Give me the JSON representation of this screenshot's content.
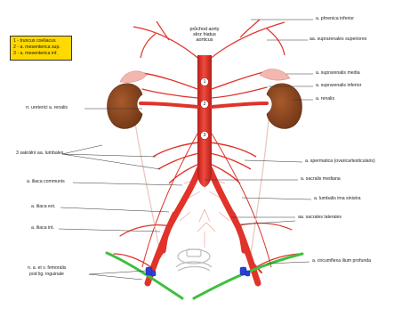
{
  "legend": {
    "items": [
      "1 - truncus coeliacus",
      "2 - a. mesenterica sup.",
      "3 - a. mesenterica inf."
    ],
    "colors": {
      "background": "#ffd900",
      "border": "#333333"
    }
  },
  "center_title": [
    "průchod aorty",
    "skrz hiatus",
    "aorticus"
  ],
  "numbers": [
    "1",
    "2",
    "3"
  ],
  "labels_right": {
    "phrenica": "a. phrenica inferior",
    "suprarenales_sup": "aa. suprarenales superiores",
    "suprarenalis_media": "a. suprarenalis media",
    "suprarenalis_inf": "a. suprarenalis inferior",
    "renalis": "a. renalis",
    "spermatica": "a. spermatica (ovarica/testicularis)",
    "sacralis_mediana": "a. sacralis mediana",
    "lumbalis_ima": "a. lumbalis ima sinistra",
    "sacrales_laterales": "aa. sacrales laterales",
    "circumflexa": "a. circumflexa ilium profunda"
  },
  "labels_left": {
    "ureterici": "rr. ureterici a. renalis",
    "lumbales": "3 sakrální aa. lumbales",
    "iliaca_communis": "a. iliaca communis",
    "iliaca_ext": "a. iliaca ext.",
    "iliaca_int": "a. iliaca int.",
    "femoralis_1": "n. a. et v. femoralis",
    "femoralis_2": "pod lig. inguinale"
  },
  "colors": {
    "artery": "#e0332a",
    "artery_dark": "#b51e18",
    "kidney": "#8b4a23",
    "adrenal": "#f2b8b0",
    "ligament": "#3fbf3f",
    "femoral_blue": "#2b3fd9",
    "bone": "#cfcfcf"
  }
}
